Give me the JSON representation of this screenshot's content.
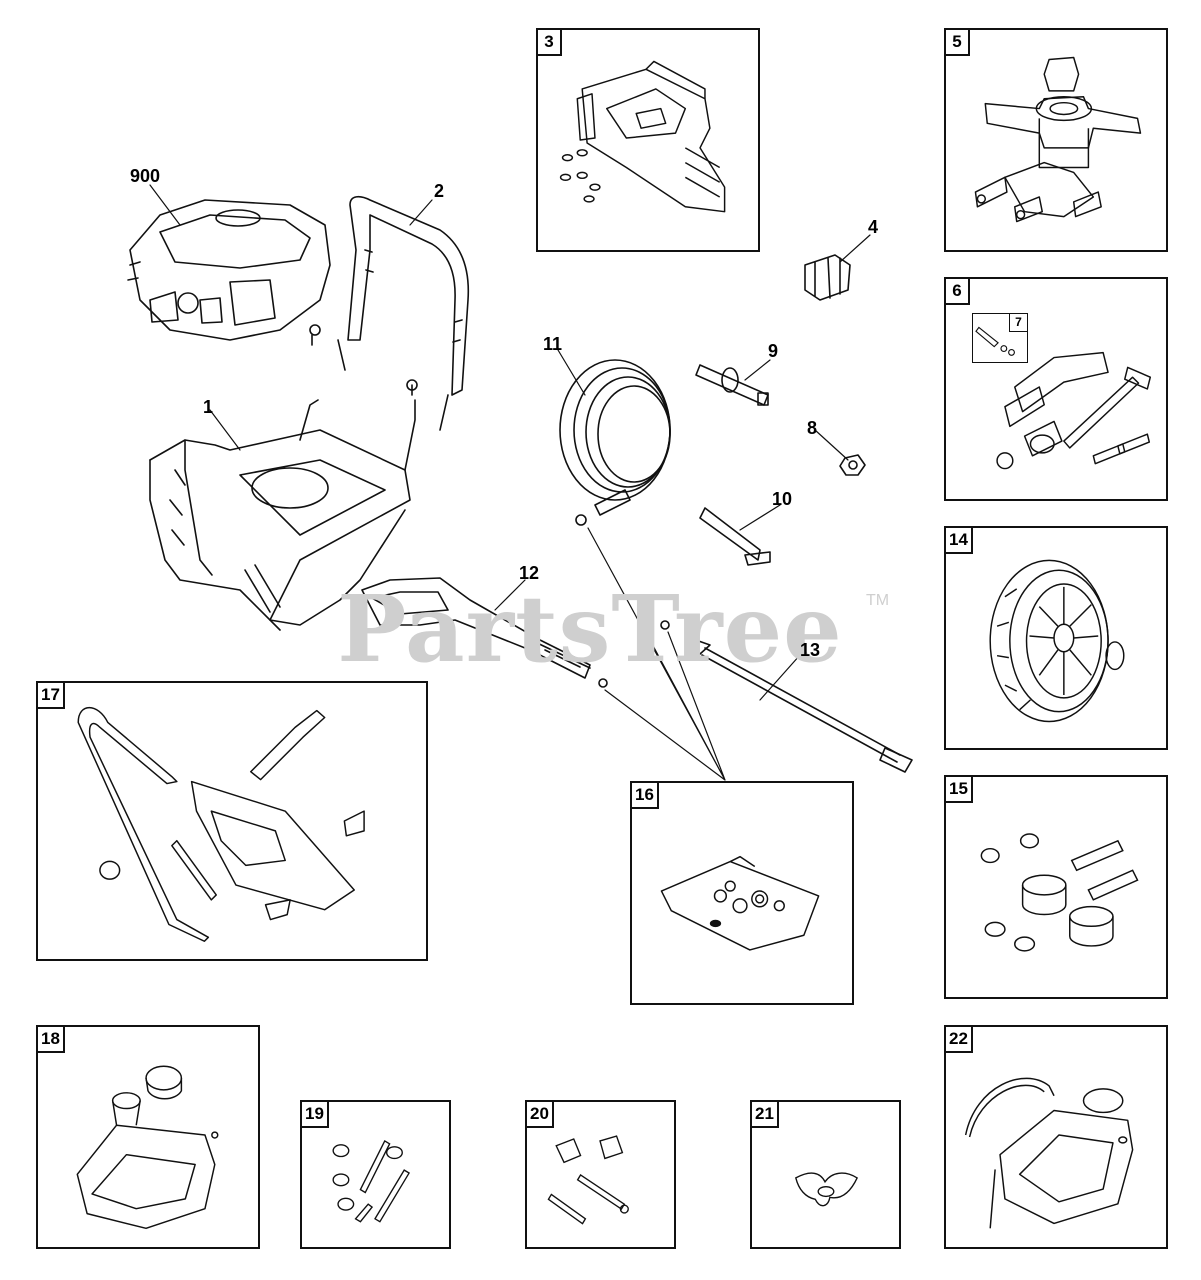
{
  "watermark": {
    "text": "PartsTree",
    "mark": "TM"
  },
  "boxes": [
    {
      "id": "3",
      "label": "3"
    },
    {
      "id": "5",
      "label": "5"
    },
    {
      "id": "6",
      "label": "6",
      "sub_label": "7"
    },
    {
      "id": "14",
      "label": "14"
    },
    {
      "id": "15",
      "label": "15"
    },
    {
      "id": "16",
      "label": "16"
    },
    {
      "id": "17",
      "label": "17"
    },
    {
      "id": "18",
      "label": "18"
    },
    {
      "id": "19",
      "label": "19"
    },
    {
      "id": "20",
      "label": "20"
    },
    {
      "id": "21",
      "label": "21"
    },
    {
      "id": "22",
      "label": "22"
    }
  ],
  "callouts": [
    "900",
    "2",
    "1",
    "4",
    "11",
    "9",
    "8",
    "10",
    "12",
    "13"
  ],
  "line_color": "#111111",
  "watermark_color": "#cfcfcf"
}
